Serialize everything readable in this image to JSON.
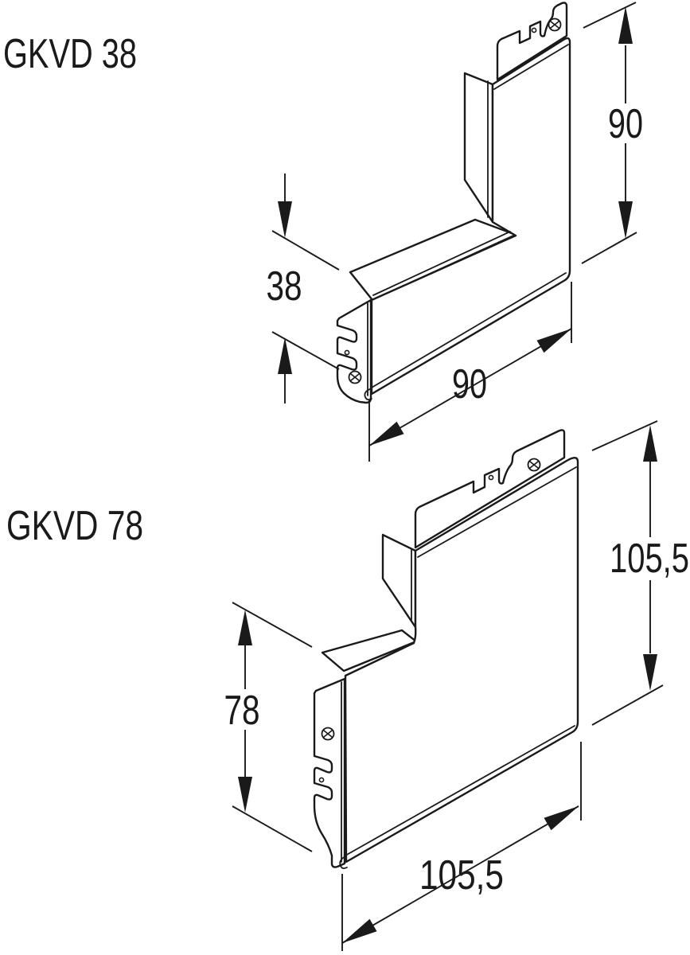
{
  "drawing": {
    "type": "technical-isometric-drawing",
    "background": "#ffffff",
    "line_color": "#1a1a1a",
    "figures": [
      {
        "label": "GKVD 38",
        "dimensions": {
          "height": "90",
          "end_height": "38",
          "length": "90"
        }
      },
      {
        "label": "GKVD 78",
        "dimensions": {
          "height": "105,5",
          "end_height": "78",
          "length": "105,5"
        }
      }
    ]
  }
}
